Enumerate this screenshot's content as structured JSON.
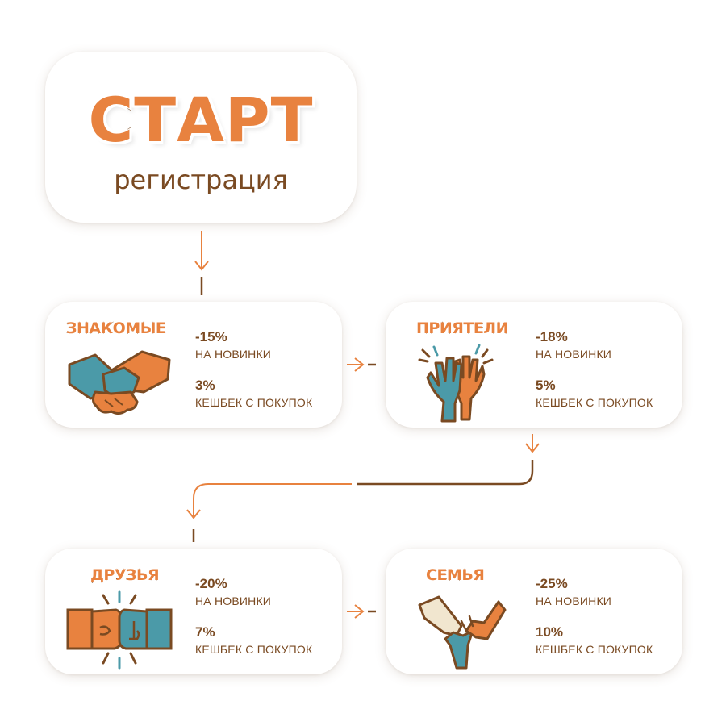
{
  "start": {
    "title": "СТАРТ",
    "subtitle": "регистрация"
  },
  "levels": [
    {
      "name": "ЗНАКОМЫЕ",
      "discount": "-15%",
      "discount_label": "НА НОВИНКИ",
      "cashback": "3%",
      "cashback_label": "КЕШБЕК С ПОКУПОК",
      "icon": "handshake-icon"
    },
    {
      "name": "ПРИЯТЕЛИ",
      "discount": "-18%",
      "discount_label": "НА НОВИНКИ",
      "cashback": "5%",
      "cashback_label": "КЕШБЕК С ПОКУПОК",
      "icon": "high-five-icon"
    },
    {
      "name": "ДРУЗЬЯ",
      "discount": "-20%",
      "discount_label": "НА НОВИНКИ",
      "cashback": "7%",
      "cashback_label": "КЕШБЕК С ПОКУПОК",
      "icon": "fist-bump-icon"
    },
    {
      "name": "СЕМЬЯ",
      "discount": "-25%",
      "discount_label": "НА НОВИНКИ",
      "cashback": "10%",
      "cashback_label": "КЕШБЕК С ПОКУПОК",
      "icon": "stacked-hands-icon"
    }
  ],
  "colors": {
    "orange": "#e8823f",
    "brown": "#7a4a22",
    "teal": "#4b9aa8",
    "cream": "#f1e6cf"
  }
}
